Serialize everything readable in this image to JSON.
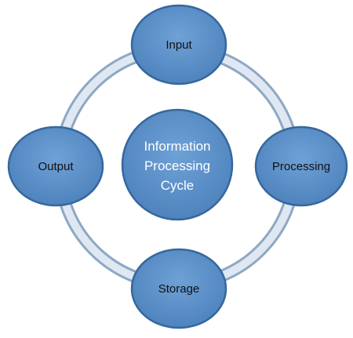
{
  "diagram": {
    "center_lines": [
      "Information",
      "Processing",
      "Cycle"
    ],
    "nodes": [
      {
        "id": "input",
        "label": "Input"
      },
      {
        "id": "processing",
        "label": "Processing"
      },
      {
        "id": "storage",
        "label": "Storage"
      },
      {
        "id": "output",
        "label": "Output"
      }
    ]
  },
  "colors": {
    "node_fill": "#5b8fc8",
    "node_stroke": "#36679e",
    "ring_outer": "#9ab4ce",
    "ring_inner": "#dde7f1"
  }
}
